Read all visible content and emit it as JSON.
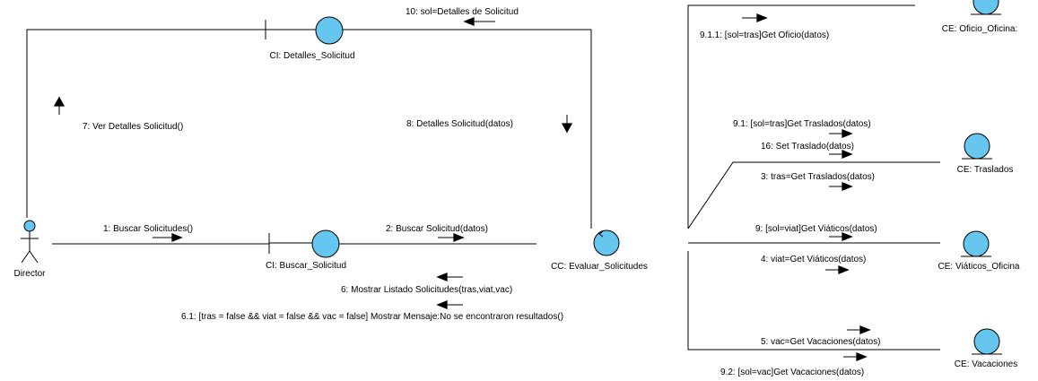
{
  "objects": {
    "director": "Director",
    "detalles_solicitud": "CI: Detalles_Solicitud",
    "buscar_solicitud": "CI: Buscar_Solicitud",
    "evaluar_solicitudes": "CC: Evaluar_Solicitudes",
    "oficio_oficina": "CE: Oficio_Oficina:",
    "traslados": "CE: Traslados",
    "viaticos_oficina": "CE: Viáticos_Oficina",
    "vacaciones": "CE: Vacaciones"
  },
  "messages": {
    "m10": "10: sol=Detalles de Solicitud",
    "m7": "7: Ver Detalles Solicitud()",
    "m8": "8: Detalles Solicitud(datos)",
    "m1": "1: Buscar Solicitudes()",
    "m2": "2: Buscar Solicitud(datos)",
    "m6": "6: Mostrar Listado Solicitudes(tras,viat,vac)",
    "m61": "6.1: [tras = false && viat = false && vac = false] Mostrar Mensaje:No se encontraron resultados()",
    "m911": "9.1.1:  [sol=tras]Get Oficio(datos)",
    "m91": "9.1: [sol=tras]Get Traslados(datos)",
    "m16": "16: Set Traslado(datos)",
    "m3": "3: tras=Get Traslados(datos)",
    "m9": "9: [sol=viat]Get Viáticos(datos)",
    "m4": "4: viat=Get Viáticos(datos)",
    "m5": "5: vac=Get Vacaciones(datos)",
    "m92": "9.2: [sol=vac]Get Vacaciones(datos)"
  }
}
